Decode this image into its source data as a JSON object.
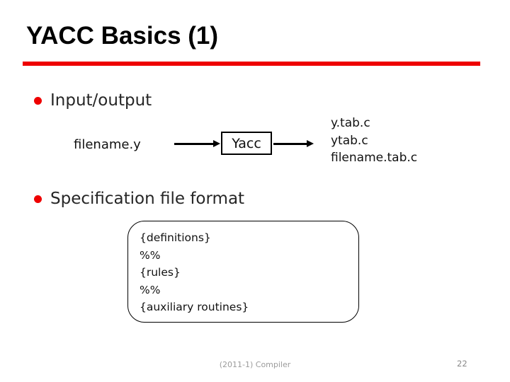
{
  "slide": {
    "title": "YACC Basics (1)",
    "footer": "(2011-1) Compiler",
    "page_number": "22",
    "accent_color": "#ee0000",
    "background_color": "#ffffff"
  },
  "icons": {
    "bullet": "red-dot-bullet",
    "flow_arrow": "arrow-right"
  },
  "bullets": [
    {
      "label": "Input/output"
    },
    {
      "label": "Specification file format"
    }
  ],
  "diagram": {
    "input_label": "filename.y",
    "process_label": "Yacc",
    "outputs": [
      "y.tab.c",
      "ytab.c",
      "filename.tab.c"
    ]
  },
  "spec_box": {
    "lines": [
      "{definitions}",
      "%%",
      "{rules}",
      "%%",
      "{auxiliary routines}"
    ]
  }
}
